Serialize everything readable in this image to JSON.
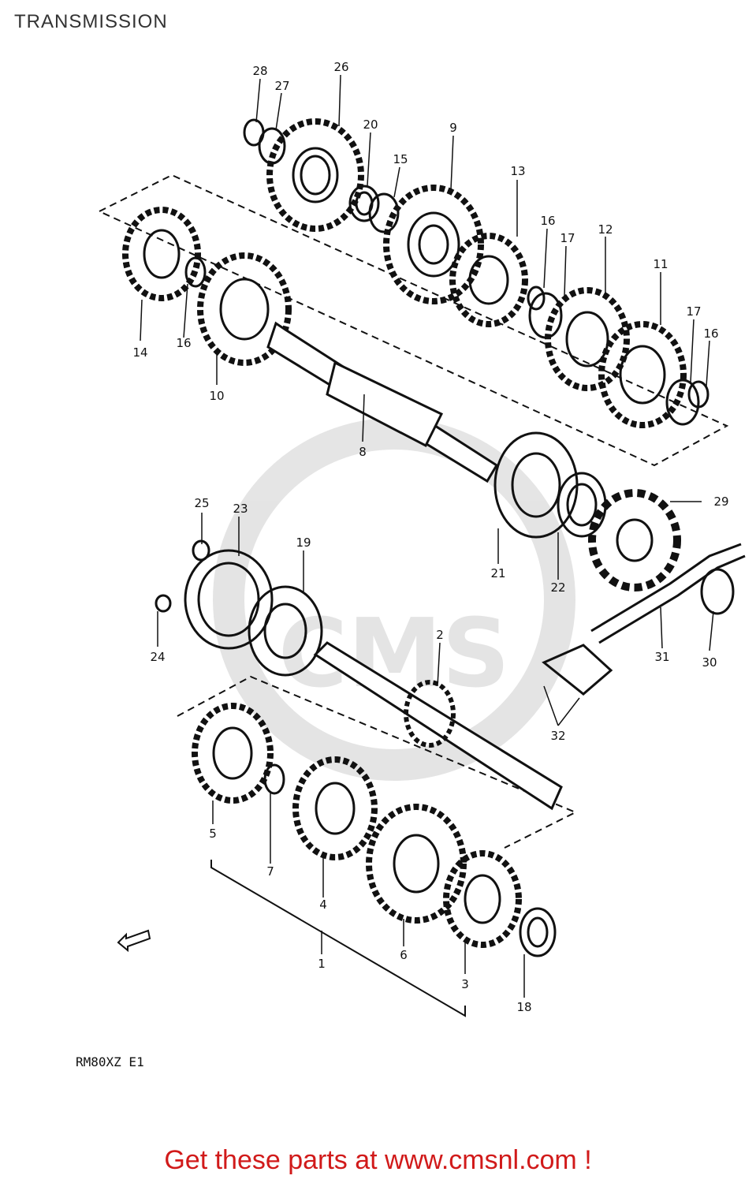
{
  "page": {
    "title": "TRANSMISSION"
  },
  "diagram": {
    "model_code": "RM80XZ E1",
    "callouts": [
      "28",
      "27",
      "26",
      "20",
      "9",
      "15",
      "13",
      "16",
      "17",
      "12",
      "11",
      "17",
      "16",
      "14",
      "16",
      "10",
      "8",
      "25",
      "23",
      "19",
      "21",
      "22",
      "29",
      "24",
      "2",
      "31",
      "30",
      "32",
      "5",
      "7",
      "4",
      "6",
      "1",
      "3",
      "18"
    ],
    "watermark": "CMS"
  },
  "footer": {
    "cta": "Get these parts at www.cmsnl.com !"
  },
  "colors": {
    "ink": "#111111",
    "cta": "#d11a1a"
  }
}
